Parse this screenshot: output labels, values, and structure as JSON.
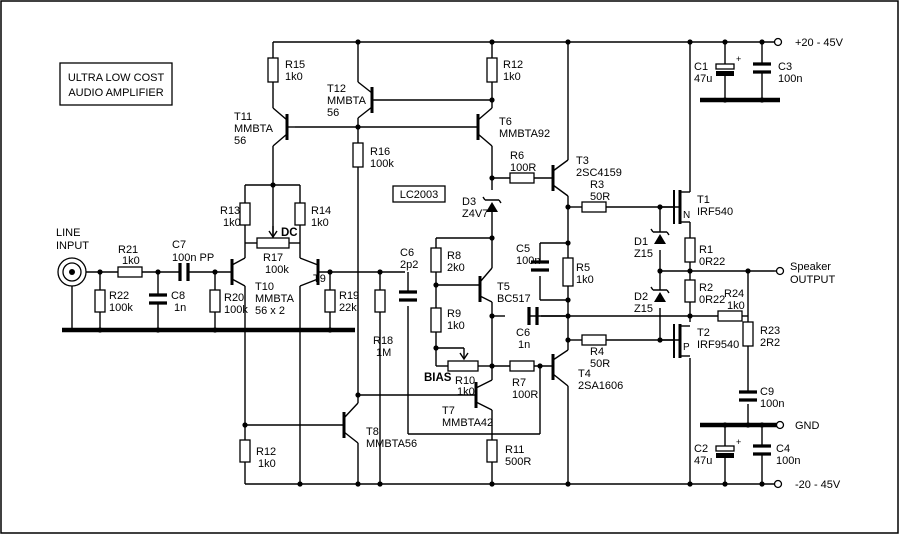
{
  "title": {
    "line1": "ULTRA LOW COST",
    "line2": "AUDIO AMPLIFIER"
  },
  "chip_id": "LC2003",
  "rails": {
    "positive": "+20 - 45V",
    "negative": "-20 - 45V",
    "ground": "GND"
  },
  "io": {
    "input_line1": "LINE",
    "input_line2": "INPUT",
    "output_line1": "Speaker",
    "output_line2": "OUTPUT"
  },
  "labels": {
    "dc": "DC",
    "bias": "BIAS"
  },
  "resistors": [
    {
      "name": "R15",
      "value": "1k0"
    },
    {
      "name": "R12",
      "value": "1k0"
    },
    {
      "name": "R16",
      "value": "100k"
    },
    {
      "name": "R6",
      "value": "100R"
    },
    {
      "name": "R3",
      "value": "50R"
    },
    {
      "name": "R13",
      "value": "1k0"
    },
    {
      "name": "R14",
      "value": "1k0"
    },
    {
      "name": "R17",
      "value": "100k"
    },
    {
      "name": "R21",
      "value": "1k0"
    },
    {
      "name": "R22",
      "value": "100k"
    },
    {
      "name": "R20",
      "value": "100k"
    },
    {
      "name": "R19",
      "value": "22k"
    },
    {
      "name": "R18",
      "value": "1M"
    },
    {
      "name": "R8",
      "value": "2k0"
    },
    {
      "name": "R9",
      "value": "1k0"
    },
    {
      "name": "R10",
      "value": "1k0"
    },
    {
      "name": "R5",
      "value": "1k0"
    },
    {
      "name": "R1",
      "value": "0R22"
    },
    {
      "name": "R2",
      "value": "0R22"
    },
    {
      "name": "R24",
      "value": "1k0"
    },
    {
      "name": "R23",
      "value": "2R2"
    },
    {
      "name": "R4",
      "value": "50R"
    },
    {
      "name": "R7",
      "value": "100R"
    },
    {
      "name": "R11",
      "value": "500R"
    },
    {
      "name": "R12",
      "value": "1k0"
    }
  ],
  "capacitors": [
    {
      "name": "C1",
      "value": "47u"
    },
    {
      "name": "C3",
      "value": "100n"
    },
    {
      "name": "C7",
      "value": "100n PP"
    },
    {
      "name": "C8",
      "value": "1n"
    },
    {
      "name": "C6",
      "value": "2p2"
    },
    {
      "name": "C5",
      "value": "100n"
    },
    {
      "name": "C6",
      "value": "1n"
    },
    {
      "name": "C9",
      "value": "100n"
    },
    {
      "name": "C2",
      "value": "47u"
    },
    {
      "name": "C4",
      "value": "100n"
    }
  ],
  "transistors": [
    {
      "name": "T11",
      "type": "MMBTA",
      "value": "56"
    },
    {
      "name": "T12",
      "type": "MMBTA",
      "value": "56"
    },
    {
      "name": "T6",
      "type": "MMBTA92",
      "value": ""
    },
    {
      "name": "T3",
      "type": "2SC4159",
      "value": ""
    },
    {
      "name": "T1",
      "type": "IRF540",
      "value": ""
    },
    {
      "name": "T10",
      "type": "MMBTA",
      "value": "56 x 2"
    },
    {
      "name": "T9",
      "type": "",
      "value": ""
    },
    {
      "name": "T5",
      "type": "BC517",
      "value": ""
    },
    {
      "name": "T7",
      "type": "MMBTA42",
      "value": ""
    },
    {
      "name": "T4",
      "type": "2SA1606",
      "value": ""
    },
    {
      "name": "T2",
      "type": "IRF9540",
      "value": ""
    },
    {
      "name": "T8",
      "type": "MMBTA56",
      "value": ""
    }
  ],
  "diodes": [
    {
      "name": "D3",
      "value": "Z4V7"
    },
    {
      "name": "D1",
      "value": "Z15"
    },
    {
      "name": "D2",
      "value": "Z15"
    }
  ],
  "mosfet_marks": {
    "t1": "N",
    "t2": "P"
  }
}
